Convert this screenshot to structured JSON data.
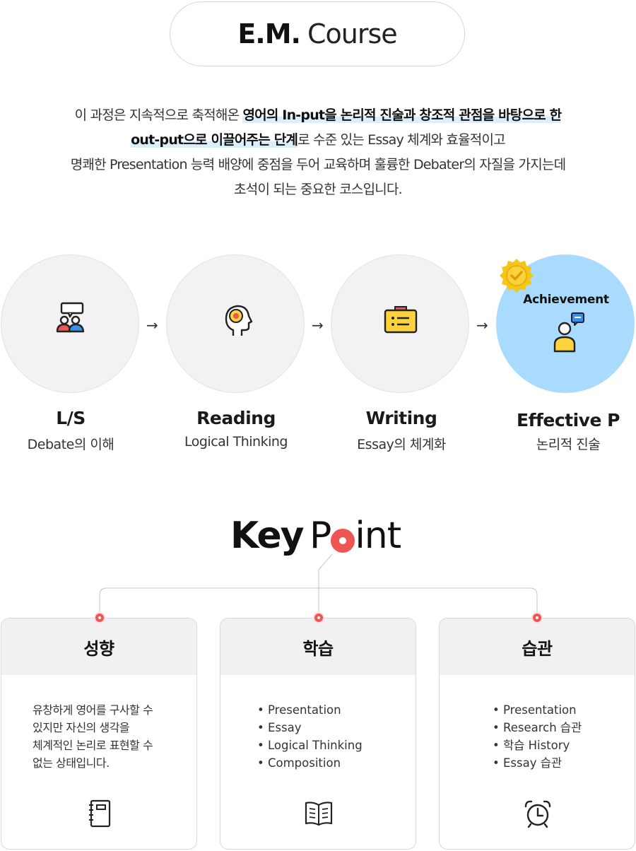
{
  "header": {
    "title_bold": "E.M.",
    "title_light": "Course"
  },
  "intro": {
    "line1_prefix": "이 과정은 지속적으로 축적해온 ",
    "line1_highlight": "영어의 In-put을 논리적 진술과 창조적 관점을 바탕으로 한",
    "line2_highlight": "out-put으로 이끌어주는 단계",
    "line2_suffix": "로 수준 있는 Essay 체계와 효율적이고",
    "line3": "명쾌한 Presentation 능력 배양에 중점을 두어 교육하며 훌륭한 Debater의 자질을 가지는데",
    "line4": "초석이 되는 중요한 코스입니다."
  },
  "steps": [
    {
      "title": "L/S",
      "subtitle": "Debate의 이해",
      "icon": "discussion-people-icon"
    },
    {
      "title": "Reading",
      "subtitle": "Logical Thinking",
      "icon": "head-gear-icon"
    },
    {
      "title": "Writing",
      "subtitle": "Essay의 체계화",
      "icon": "clipboard-list-icon"
    },
    {
      "title": "Effective P",
      "subtitle": "논리적 진술",
      "icon": "speaker-chat-icon",
      "badge": "Achievement",
      "badge_icon": "medal-check-icon"
    }
  ],
  "arrow_glyph": "→",
  "keypoint": {
    "word1": "Key",
    "word2_a": "P",
    "word2_b": "int"
  },
  "cards": [
    {
      "title": "성향",
      "text_lines": [
        "유창하게 영어를 구사할 수",
        "있지만 자신의 생각을",
        "체계적인 논리로 표현할 수",
        "없는 상태입니다."
      ],
      "icon": "notebook-icon"
    },
    {
      "title": "학습",
      "items": [
        "Presentation",
        "Essay",
        "Logical Thinking",
        "Composition"
      ],
      "icon": "open-book-icon"
    },
    {
      "title": "습관",
      "items": [
        "Presentation",
        "Research 습관",
        "학습 History",
        "Essay 습관"
      ],
      "icon": "alarm-clock-icon"
    }
  ],
  "colors": {
    "accent_red": "#ee5654",
    "achievement_blue": "#a9dbff",
    "icon_yellow": "#fcd33d",
    "icon_blue": "#3b8fe8"
  }
}
